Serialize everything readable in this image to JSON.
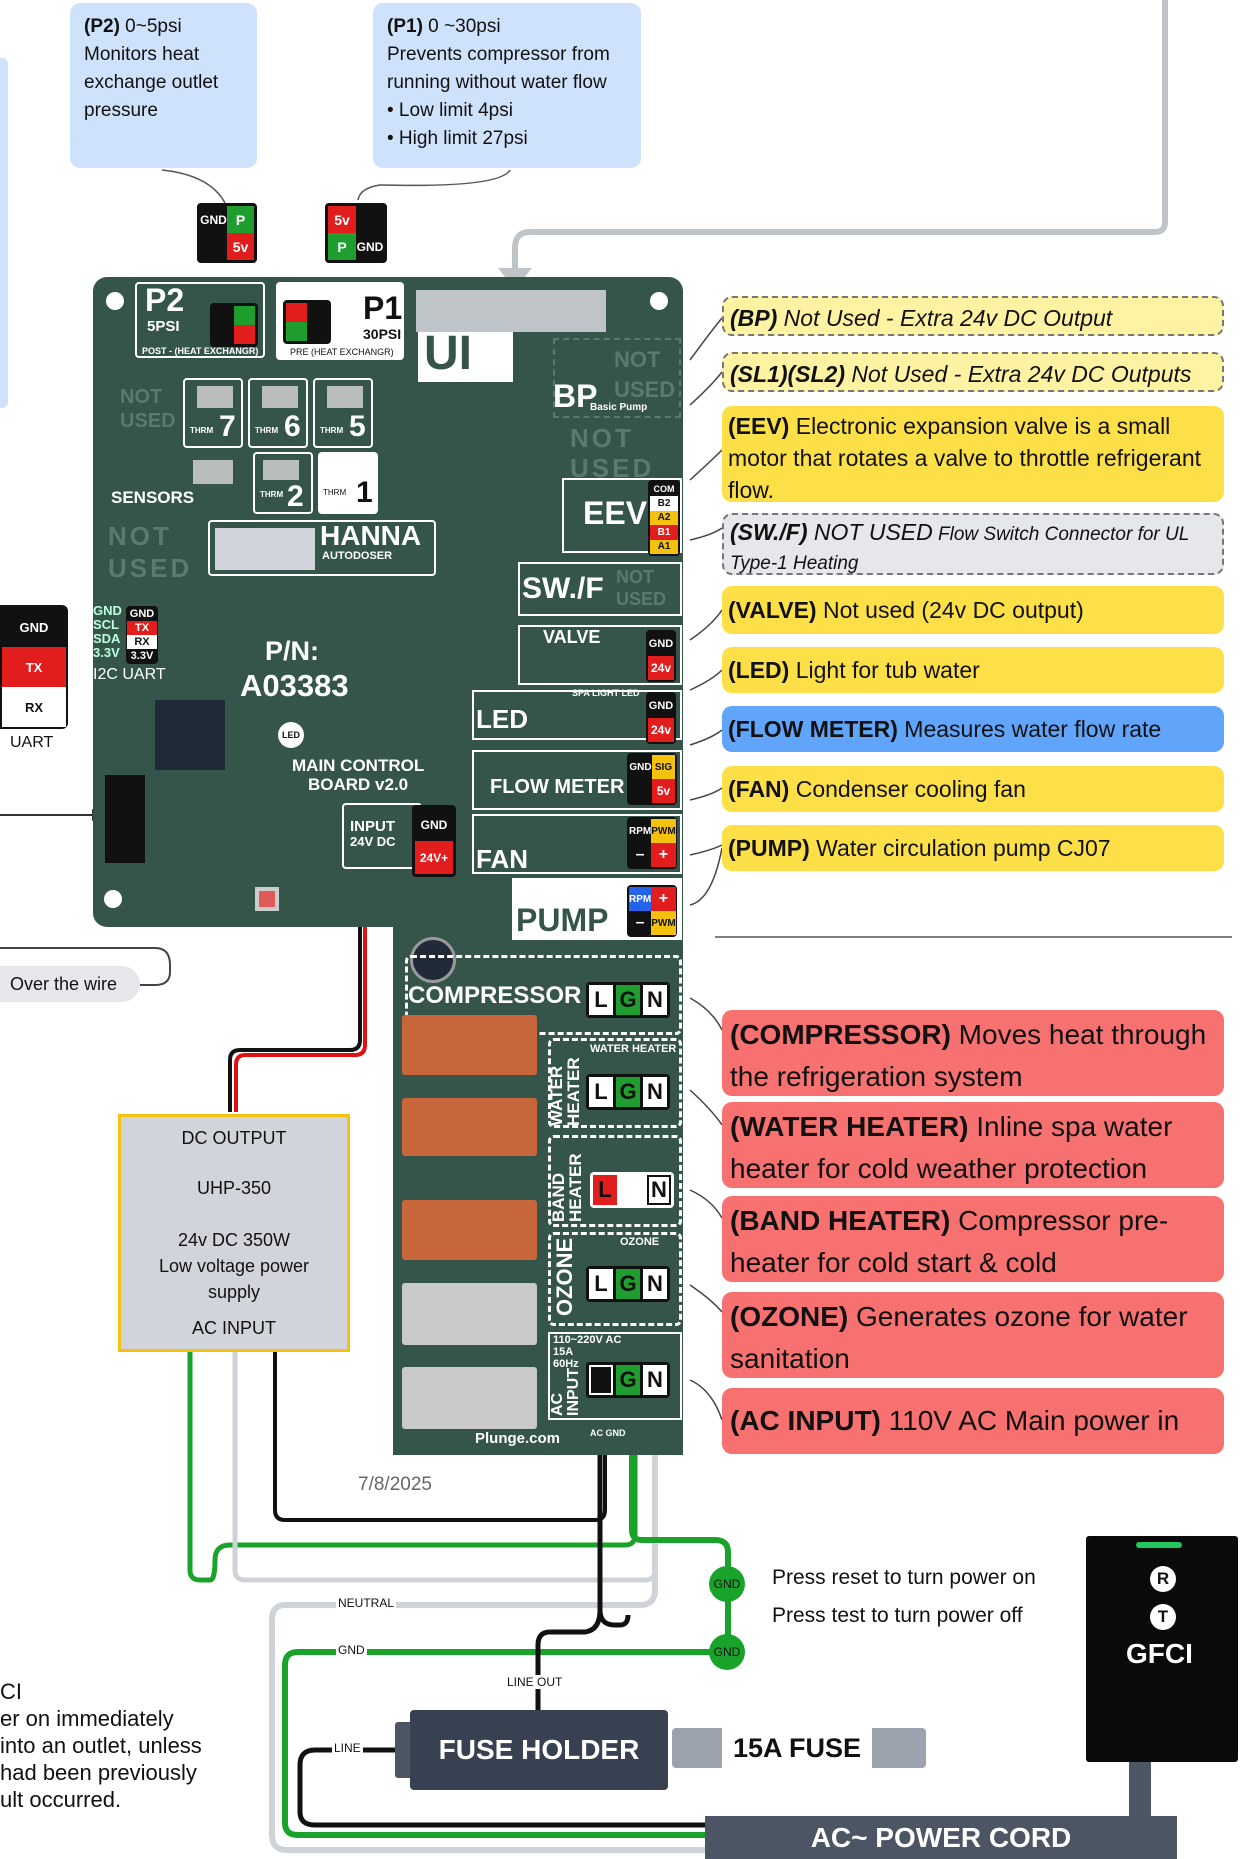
{
  "notes": {
    "p2": {
      "tag": "(P2)",
      "range": " 0~5psi",
      "lines": [
        "Monitors heat",
        "exchange outlet",
        "pressure"
      ]
    },
    "p1": {
      "tag": "(P1)",
      "range": " 0 ~30psi",
      "lines": [
        "Prevents compressor from",
        "running without water flow",
        "• Low limit 4psi",
        "• High limit 27psi"
      ]
    }
  },
  "connectors": {
    "p2": [
      "GND",
      "P",
      "5v"
    ],
    "p1": [
      "5v",
      "P",
      "GND"
    ],
    "uart_left": [
      "GND",
      "TX",
      "RX"
    ],
    "uart_label": "UART",
    "eev": [
      "COM",
      "B2",
      "A2",
      "B1",
      "A1"
    ],
    "valve": [
      "GND",
      "24v"
    ],
    "led": [
      "GND",
      "24v"
    ],
    "flow": [
      "GND",
      "SIG",
      "5v"
    ],
    "fan": [
      "RPM",
      "PWM",
      "–",
      "+"
    ],
    "pump": [
      "RPM",
      "+",
      "–",
      "PWM"
    ],
    "input": [
      "GND",
      "24V+"
    ],
    "lgn": [
      "L",
      "G",
      "N"
    ],
    "ln": [
      "L",
      "N"
    ]
  },
  "board": {
    "p2_title": "P2",
    "p2_sub": "5PSI",
    "p2_note": "POST - (HEAT EXCHANGR)",
    "p1_title": "P1",
    "p1_sub": "30PSI",
    "p1_note": "PRE (HEAT EXCHANGR)",
    "ui": "UI",
    "bp": "BP",
    "bp_sub": "Basic Pump",
    "not_used": "NOT USED",
    "thrm": "THRM",
    "thrm_nums": [
      "7",
      "6",
      "5",
      "2",
      "1"
    ],
    "sensors": "SENSORS",
    "hanna": "HANNA",
    "autodoser": "AUTODOSER",
    "eev": "EEV",
    "swf": "SW./F",
    "valve": "VALVE",
    "spa_led": "SPA LIGHT LED",
    "led": "LED",
    "flow_meter": "FLOW METER",
    "fan": "FAN",
    "pump": "PUMP",
    "pn_label": "P/N:",
    "pn": "A03383",
    "led_dot": "LED",
    "main_board": "MAIN CONTROL",
    "main_board2": "BOARD v2.0",
    "input": "INPUT",
    "input_sub": "24V DC",
    "i2c_pins": [
      "GND",
      "SCL",
      "SDA",
      "3.3V"
    ],
    "i2c_conn": [
      "GND",
      "TX",
      "RX",
      "3.3V"
    ],
    "i2c_label": "I2C UART",
    "compressor": "COMPRESSOR",
    "water_heater_small": "WATER HEATER",
    "water_heater_v": "WATER HEATER",
    "band_heater_v": "BAND HEATER",
    "ozone_small": "OZONE",
    "ozone_v": "OZONE",
    "ac_spec": [
      "110~220V AC",
      "15A",
      "60Hz"
    ],
    "ac_input_v": "AC INPUT",
    "site": "Plunge.com",
    "ac_gnd": "AC GND"
  },
  "labels": {
    "bp": {
      "tag": "(BP)",
      "text": " Not Used - Extra 24v DC Output"
    },
    "sl": {
      "tag": "(SL1)(SL2)",
      "text": " Not Used - Extra 24v DC Outputs"
    },
    "eev": {
      "tag": "(EEV)",
      "text": " Electronic expansion valve is a small motor that rotates a valve to throttle refrigerant flow."
    },
    "swf": {
      "tag": "(SW./F)",
      "text": " NOT USED",
      "small": " Flow Switch Connector for UL Type-1 Heating"
    },
    "valve": {
      "tag": "(VALVE)",
      "text": " Not used (24v DC output)"
    },
    "led": {
      "tag": "(LED)",
      "text": " Light for tub water"
    },
    "flow": {
      "tag": "(FLOW METER)",
      "text": " Measures water flow rate"
    },
    "fan": {
      "tag": "(FAN)",
      "text": " Condenser cooling fan"
    },
    "pump": {
      "tag": "(PUMP)",
      "text": " Water circulation pump CJ07"
    },
    "compressor": {
      "tag": "(COMPRESSOR)",
      "text": " Moves heat through the refrigeration system"
    },
    "water_heater": {
      "tag": "(WATER HEATER)",
      "text": " Inline spa water heater for cold weather protection"
    },
    "band_heater": {
      "tag": "(BAND HEATER)",
      "text": " Compressor pre-heater for cold start & cold"
    },
    "ozone": {
      "tag": "(OZONE)",
      "text": " Generates ozone for water sanitation"
    },
    "ac_input": {
      "tag": "(AC INPUT)",
      "text": " 110V AC Main power in"
    }
  },
  "over_wire": "Over the wire",
  "psu": {
    "top": "DC OUTPUT",
    "model": "UHP-350",
    "rating": "24v DC 350W",
    "desc": "Low voltage power supply",
    "bottom": "AC INPUT"
  },
  "date": "7/8/2025",
  "wires": {
    "neutral": "NEUTRAL",
    "gnd": "GND",
    "line_out": "LINE OUT",
    "line": "LINE",
    "gnd_node": "GND"
  },
  "fuse_holder": "FUSE HOLDER",
  "fuse": "15A FUSE",
  "power_cord": "AC~ POWER CORD",
  "gfci": {
    "reset_text": "Press reset to turn power on",
    "test_text": "Press test to turn power off",
    "r": "R",
    "t": "T",
    "label": "GFCI"
  },
  "left_note": [
    "CI",
    "er on immediately",
    "into an outlet, unless",
    "had been previously",
    "ult occurred."
  ],
  "colors": {
    "board": "#35554a",
    "note_blue": "#cfe2fb",
    "label_yellow": "#fde047",
    "label_red": "#f87171",
    "label_blue": "#60a5fa",
    "psu": "#d1d5db",
    "psu_border": "#f4c20d"
  }
}
